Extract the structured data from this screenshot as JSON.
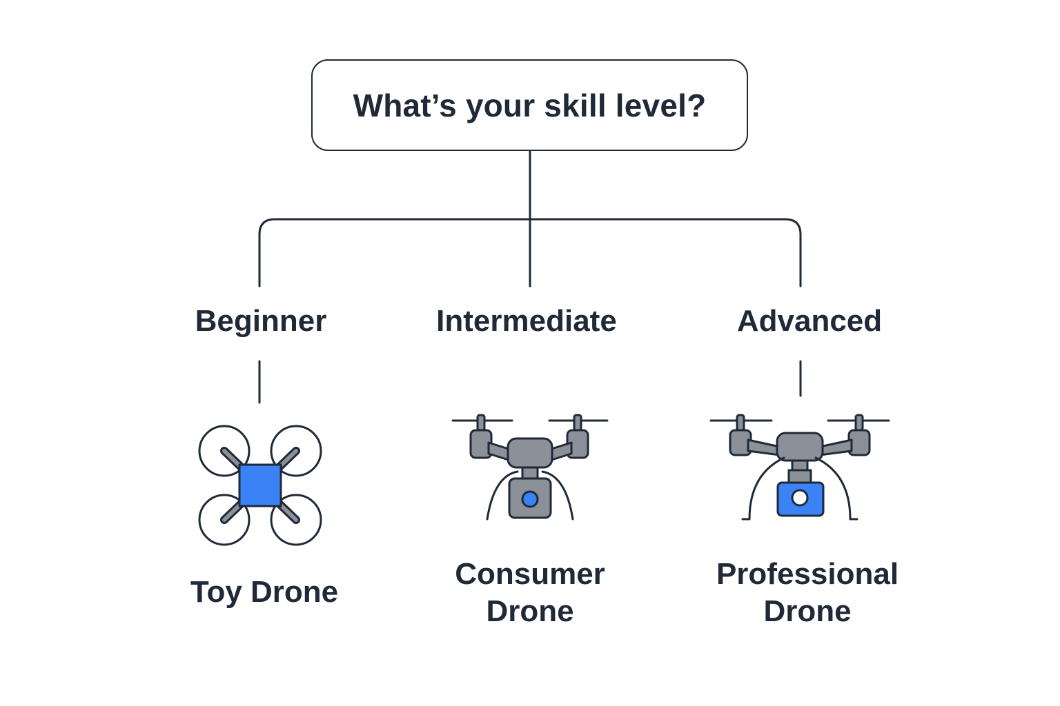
{
  "question": "What’s your skill level?",
  "levels": [
    {
      "label": "Beginner",
      "icon": "toy-drone-icon",
      "drone_lines": [
        "Toy Drone"
      ]
    },
    {
      "label": "Intermediate",
      "icon": "consumer-drone-icon",
      "drone_lines": [
        "Consumer",
        "Drone"
      ]
    },
    {
      "label": "Advanced",
      "icon": "professional-drone-icon",
      "drone_lines": [
        "Professional",
        "Drone"
      ]
    }
  ],
  "colors": {
    "stroke": "#1f2937",
    "accent_blue": "#3b82f6",
    "body_gray": "#8b9099"
  }
}
